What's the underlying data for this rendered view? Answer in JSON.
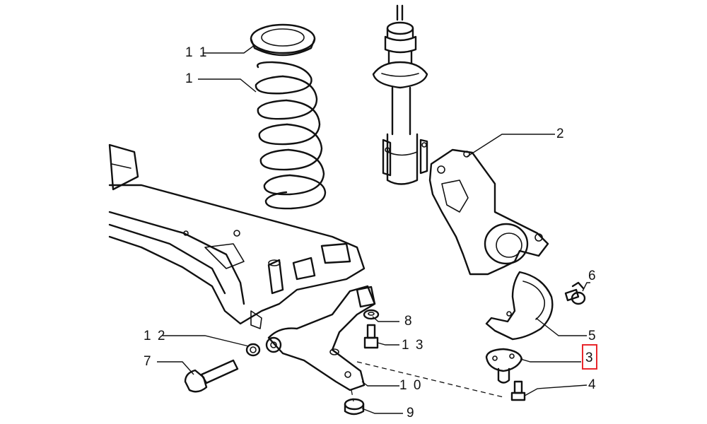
{
  "callouts": {
    "c11": "1 1",
    "c1": "1",
    "c2": "2",
    "c6": "6",
    "c8": "8",
    "c5": "5",
    "c12": "1 2",
    "c13": "1 3",
    "c3": "3",
    "c7": "7",
    "c10": "1 0",
    "c4": "4",
    "c9": "9"
  },
  "highlight": {
    "callout": "3",
    "color": "#e8262b"
  }
}
